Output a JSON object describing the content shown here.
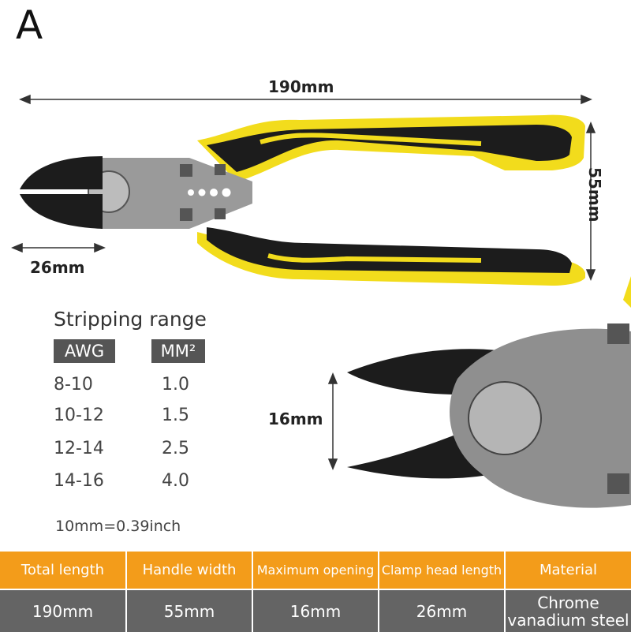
{
  "panel_letter": "A",
  "dimensions": {
    "length": "190mm",
    "handle_width": "55mm",
    "clamp_head": "26mm",
    "opening": "16mm"
  },
  "stripping": {
    "title": "Stripping range",
    "headers": [
      "AWG",
      "MM²"
    ],
    "rows": [
      [
        "8-10",
        "1.0"
      ],
      [
        "10-12",
        "1.5"
      ],
      [
        "12-14",
        "2.5"
      ],
      [
        "14-16",
        "4.0"
      ]
    ],
    "conversion": "10mm=0.39inch"
  },
  "spec_table": {
    "headers": [
      "Total length",
      "Handle width",
      "Maximum opening",
      "Clamp head length",
      "Material"
    ],
    "values": [
      "190mm",
      "55mm",
      "16mm",
      "26mm",
      "Chrome vanadium steel"
    ]
  },
  "colors": {
    "accent_orange": "#f39c1a",
    "handle_yellow": "#f2dc1c",
    "handle_black": "#1c1c1c",
    "steel": "#9a9a9a",
    "header_gray": "#555555",
    "value_gray": "#646464"
  }
}
